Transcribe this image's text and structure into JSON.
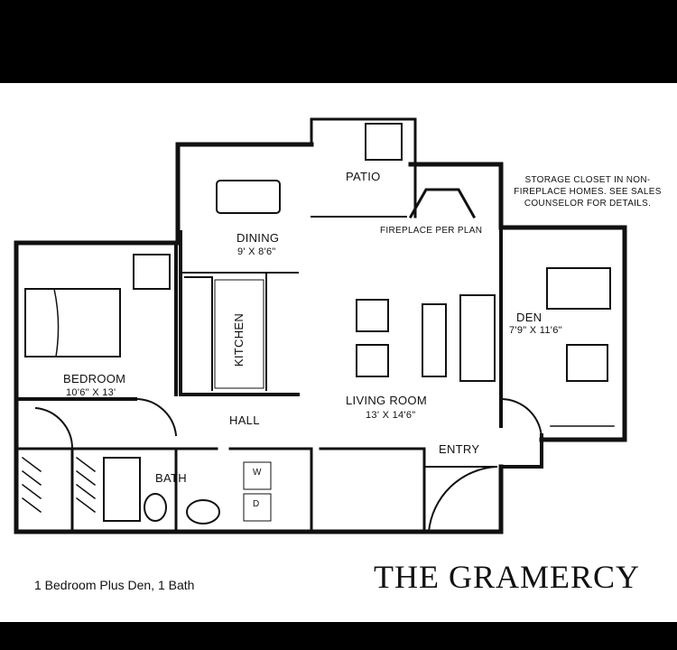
{
  "plan": {
    "title": "THE GRAMERCY",
    "subtitle": "1 Bedroom Plus Den, 1 Bath"
  },
  "rooms": {
    "patio": "PATIO",
    "dining": "DINING",
    "dining_dim": "9' X 8'6\"",
    "kitchen": "KITCHEN",
    "bedroom": "BEDROOM",
    "bedroom_dim": "10'6\" X 13'",
    "living": "LIVING ROOM",
    "living_dim": "13' X 14'6\"",
    "den": "DEN",
    "den_dim": "7'9\" X 11'6\"",
    "hall": "HALL",
    "bath": "BATH",
    "entry": "ENTRY",
    "washer": "W",
    "dryer": "D"
  },
  "notes": {
    "fireplace": "FIREPLACE PER PLAN",
    "storage": "STORAGE CLOSET IN NON-FIREPLACE HOMES. SEE SALES COUNSELOR FOR DETAILS."
  },
  "colors": {
    "background": "#000000",
    "paper": "#ffffff",
    "ink": "#111111"
  }
}
